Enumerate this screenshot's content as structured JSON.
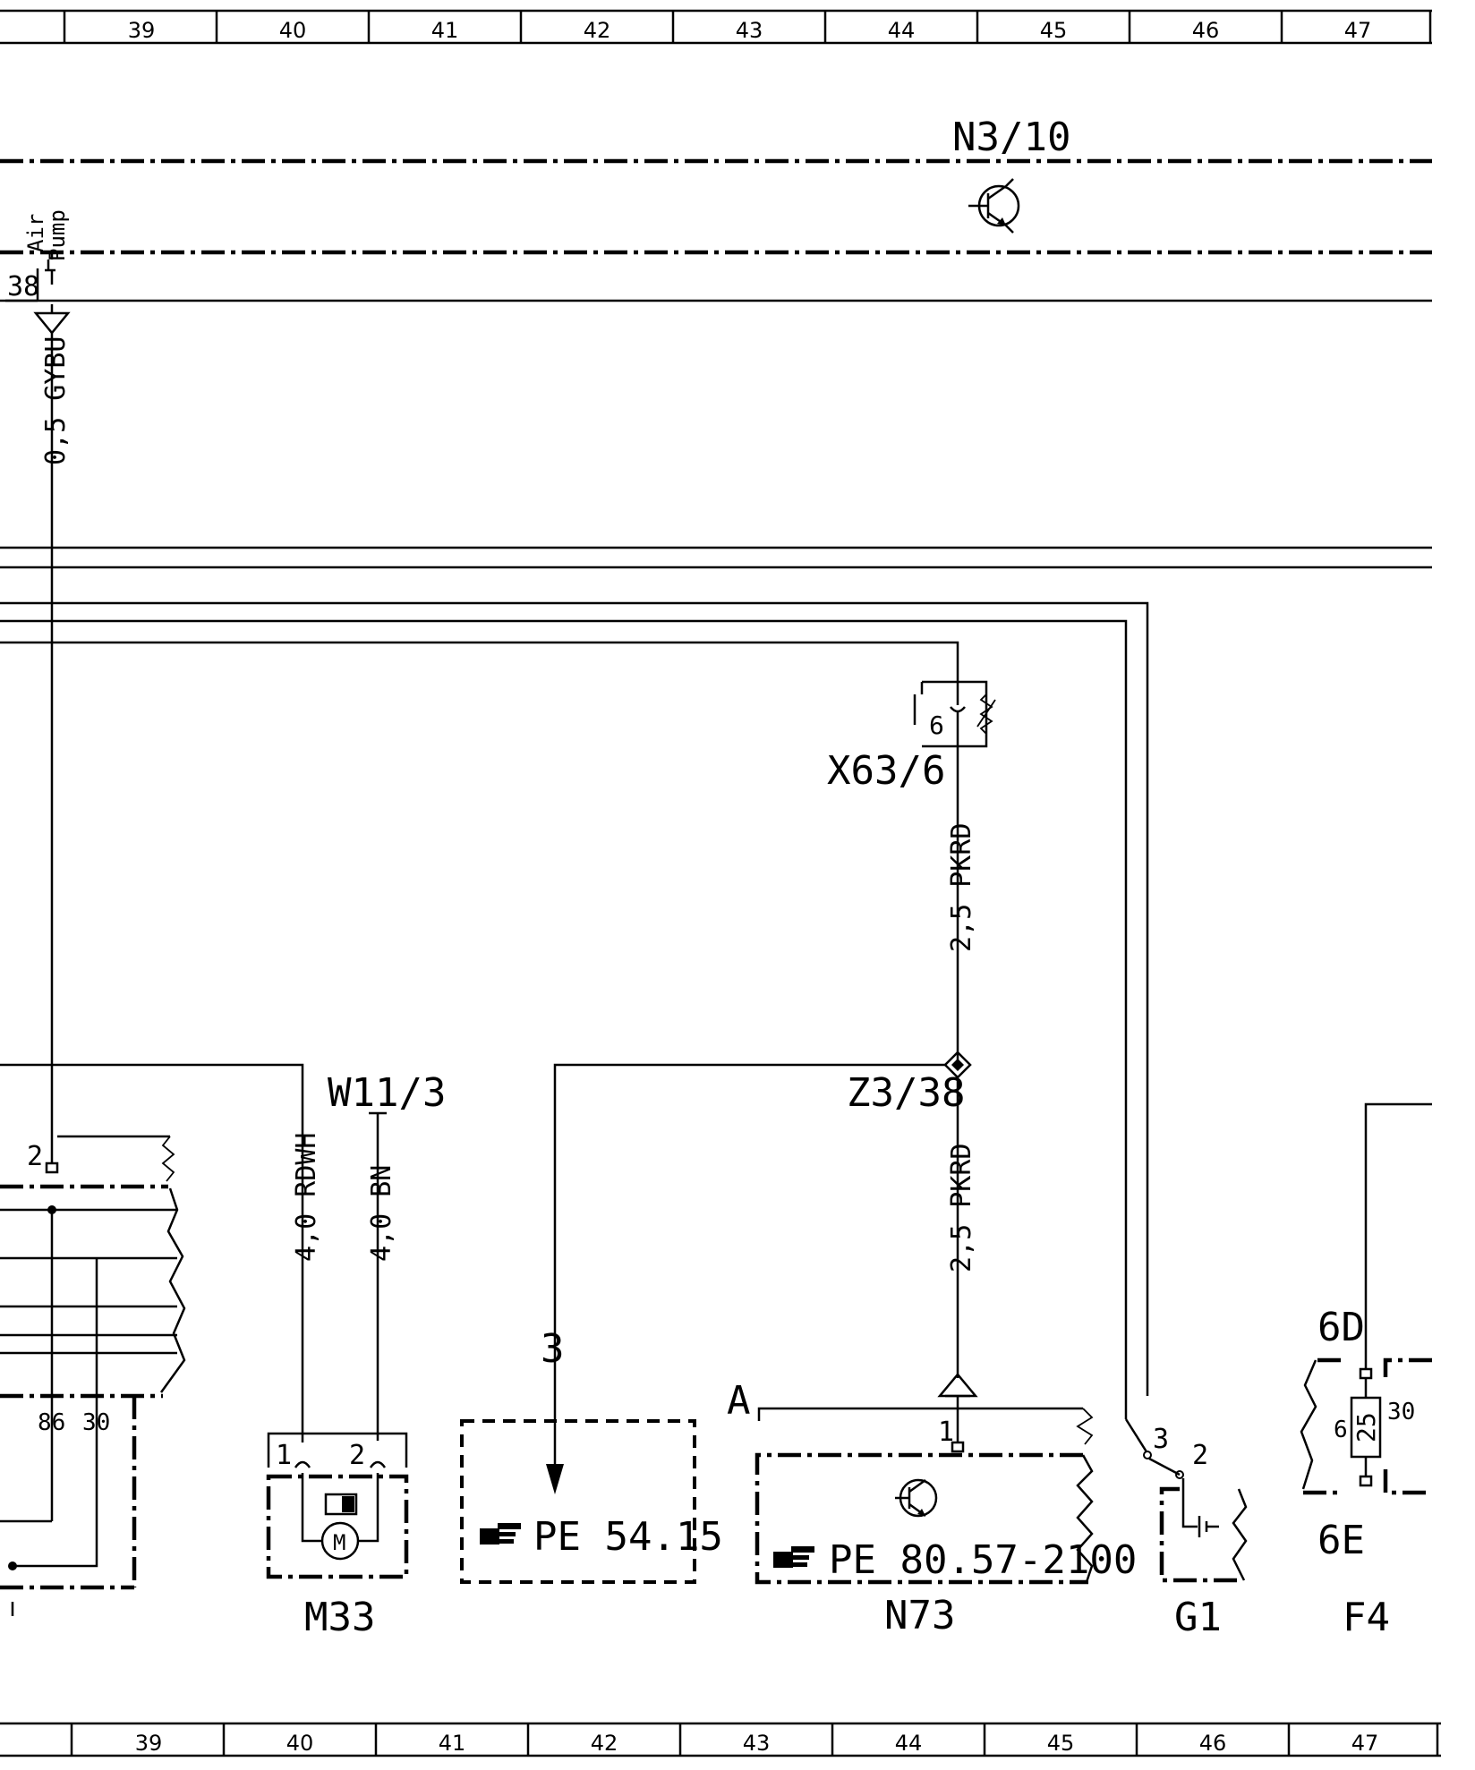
{
  "ruler": {
    "columns": [
      "39",
      "40",
      "41",
      "42",
      "43",
      "44",
      "45",
      "46",
      "47"
    ]
  },
  "components": {
    "n3_10": "N3/10",
    "x63_6": "X63/6",
    "x63_6_pin": "6",
    "z3_38": "Z3/38",
    "w11_3": "W11/3",
    "m33": "M33",
    "m33_pin1": "1",
    "m33_pin2": "2",
    "m33_motor": "M",
    "n73": "N73",
    "n73_pin": "1",
    "n73_ref_a": "A",
    "n73_ref": "PE 80.57-2100",
    "pe_ref": "PE 54.15",
    "pe_arrow_num": "3",
    "g1": "G1",
    "g1_pin3": "3",
    "g1_pin2": "2",
    "f4": "F4",
    "f4_top": "6D",
    "f4_bottom": "6E",
    "f4_fuse": "25",
    "f4_left": "6",
    "f4_right": "30",
    "relay_pin2": "2",
    "relay_pin86": "86",
    "relay_pin30": "30",
    "airpump_pin": "38",
    "airpump_line1": "Air",
    "airpump_line2": "Pump"
  },
  "wires": {
    "gybu": "0,5 GYBU",
    "pkrd_upper": "2,5 PKRD",
    "pkrd_lower": "2,5 PKRD",
    "rdwh": "4,0 RDWH",
    "bn": "4,0 BN"
  },
  "icons": [
    "transistor-icon",
    "motor-icon",
    "pointing-hand-icon",
    "resistor-icon",
    "ground-icon",
    "splice-icon",
    "switch-icon",
    "fuse-icon"
  ]
}
